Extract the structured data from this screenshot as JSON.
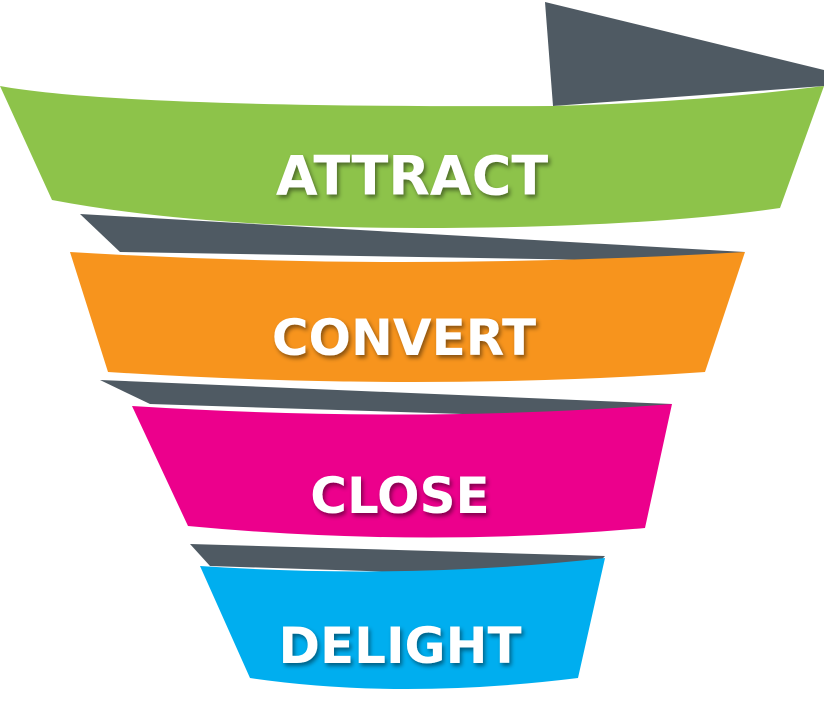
{
  "funnel": {
    "connector_color": "#4f5a63",
    "stages": [
      {
        "label": "ATTRACT",
        "color": "#8dc34a"
      },
      {
        "label": "CONVERT",
        "color": "#f7941d"
      },
      {
        "label": "CLOSE",
        "color": "#ec008c"
      },
      {
        "label": "DELIGHT",
        "color": "#00aeef"
      }
    ]
  }
}
